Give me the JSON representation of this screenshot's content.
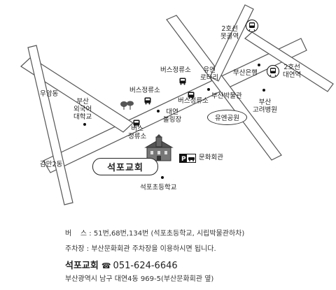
{
  "map": {
    "subway": [
      {
        "name": "2호선\n못골역"
      },
      {
        "name": "2호선\n대연역"
      }
    ],
    "bus_stops": [
      "버스정류소",
      "버스정류소",
      "버스\n정류소",
      "버스정류소"
    ],
    "places": {
      "uam": "우암동",
      "bufs": "부산\n외국어\n대학교",
      "un_rotary": "유엔\n로타리",
      "busan_bank": "부산은행",
      "museum": "부산박물관",
      "un_park": "유엔공원",
      "daeyeon_bowling": "대연\n볼링장",
      "hospital": "부산\n고려병원",
      "gammam": "감만2동",
      "seokpo_school": "석포초등학교",
      "culture_hall": "문화회관",
      "church": "석포교회"
    }
  },
  "info": {
    "bus_label": "버    스 : ",
    "bus_text": "51번,68번,134번 (석포초등학교, 시립박물관하차)",
    "parking_label": "주차장 : ",
    "parking_text": "부산문화회관 주차장을 이용하시면 됩니다.",
    "church_name": "석포교회",
    "phone_icon": "☎",
    "phone": "051-624-6646",
    "address": "부산광역시 남구 대연4동 969-5(부산문화회관 옆)"
  }
}
